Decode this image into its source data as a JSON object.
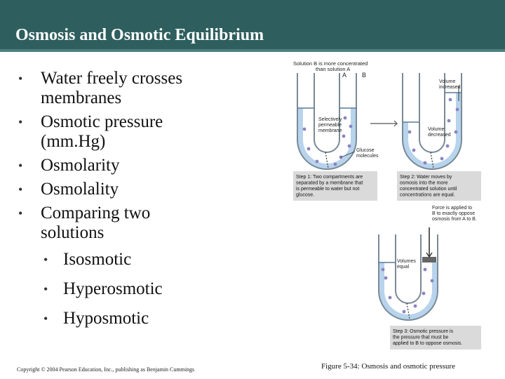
{
  "slide": {
    "title": "Osmosis and Osmotic Equilibrium",
    "bullets": [
      {
        "line1": "Water freely crosses",
        "line2": "membranes"
      },
      {
        "line1": "Osmotic pressure",
        "line2": "(mm.Hg)"
      },
      {
        "line1": "Osmolarity",
        "line2": ""
      },
      {
        "line1": "Osmolality",
        "line2": ""
      },
      {
        "line1": "Comparing two",
        "line2": "solutions"
      }
    ],
    "sub_bullets": [
      "Isosmotic",
      "Hyperosmotic",
      "Hyposmotic"
    ],
    "copyright": "Copyright © 2004 Pearson Education, Inc., publishing as Benjamin Cummings",
    "caption": "Figure 5-34: Osmosis and osmotic pressure"
  },
  "figure": {
    "top_note": "Solution B is more concentrated",
    "top_note2": "than solution A",
    "label_a": "A",
    "label_b": "B",
    "volume_increased": [
      "Volume",
      "increased"
    ],
    "selective_membrane": [
      "Selectively",
      "permeable",
      "membrane"
    ],
    "volume_decreased": [
      "Volume",
      "decreased"
    ],
    "glucose": [
      "Glucose",
      "molecules"
    ],
    "step1": [
      "Step 1: Two compartments are",
      "separated by a membrane that",
      "is permeable to water but not",
      "glucose."
    ],
    "step2": [
      "Step 2: Water moves by",
      "osmosis into the more",
      "concentrated solution until",
      "concentrations are equal."
    ],
    "force": [
      "Force is applied to",
      "B to exactly oppose",
      "osmosis from A to B."
    ],
    "volumes_equal": [
      "Volumes",
      "equal"
    ],
    "step3": [
      "Step 3: Osmotic pressure is",
      "the pressure that must be",
      "applied to B to oppose osmosis."
    ],
    "colors": {
      "water": "#b8d4ec",
      "molecule": "#8a84c0",
      "tube": "#7a8a96",
      "step_box": "#dadada"
    }
  }
}
